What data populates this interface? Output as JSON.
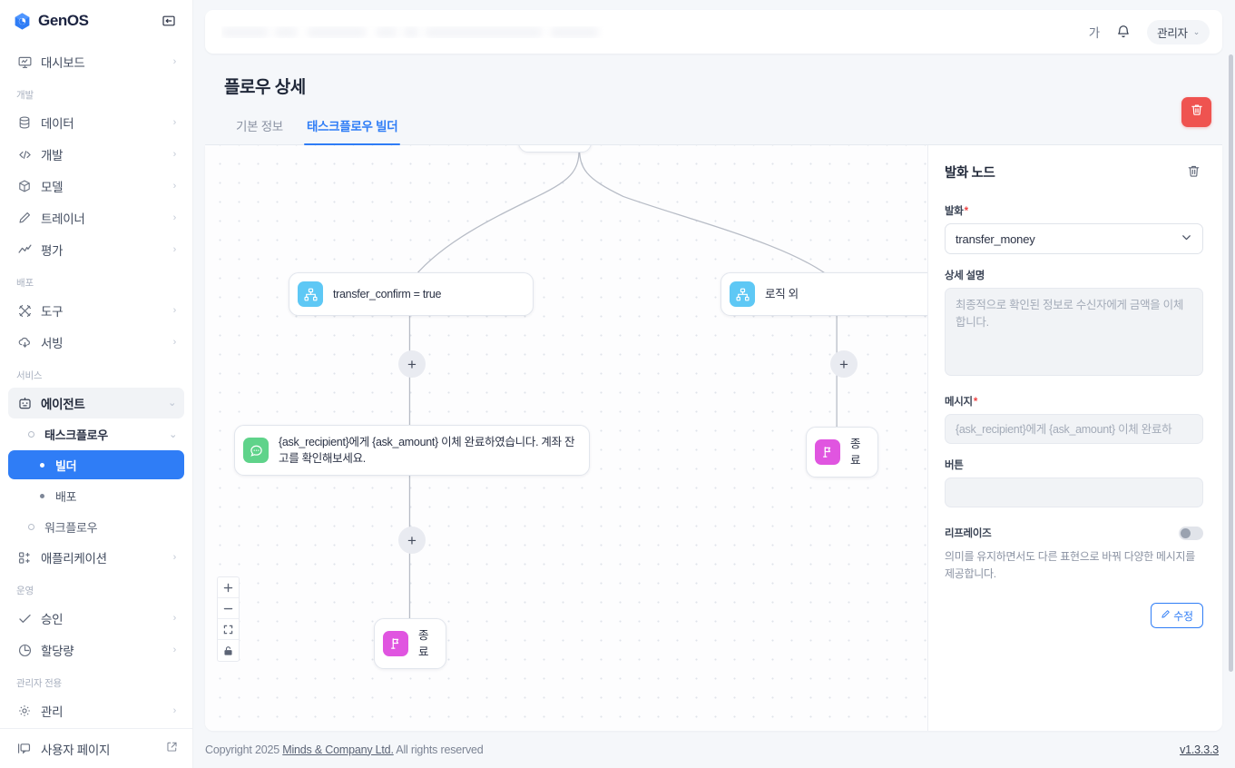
{
  "brand": {
    "name": "GenOS",
    "collapse_icon": "collapse-panel-icon"
  },
  "sidebar": {
    "items": [
      {
        "label": "대시보드",
        "icon": "dashboard-icon",
        "chevron": "›"
      }
    ],
    "groups": [
      {
        "label": "개발",
        "items": [
          {
            "label": "데이터",
            "icon": "database-icon",
            "chevron": "›"
          },
          {
            "label": "개발",
            "icon": "code-icon",
            "chevron": "›"
          },
          {
            "label": "모델",
            "icon": "cube-icon",
            "chevron": "›"
          },
          {
            "label": "트레이너",
            "icon": "pencil-icon",
            "chevron": "›"
          },
          {
            "label": "평가",
            "icon": "chart-line-icon",
            "chevron": "›"
          }
        ]
      },
      {
        "label": "배포",
        "items": [
          {
            "label": "도구",
            "icon": "tools-icon",
            "chevron": "›"
          },
          {
            "label": "서빙",
            "icon": "cloud-icon",
            "chevron": "›"
          }
        ]
      },
      {
        "label": "서비스",
        "items": [
          {
            "label": "에이전트",
            "icon": "robot-icon",
            "chevron": "⌄",
            "active": true
          },
          {
            "label": "태스크플로우",
            "icon": "circle-outline-icon",
            "chevron": "⌄",
            "sub": true
          },
          {
            "label": "빌더",
            "icon": "dot-icon",
            "sub2": true,
            "selected": true
          },
          {
            "label": "배포",
            "icon": "dot-icon",
            "sub2": true
          },
          {
            "label": "워크플로우",
            "icon": "circle-outline-icon",
            "sub": true
          },
          {
            "label": "애플리케이션",
            "icon": "apps-icon",
            "chevron": "›"
          }
        ]
      },
      {
        "label": "운영",
        "items": [
          {
            "label": "승인",
            "icon": "check-icon",
            "chevron": "›"
          },
          {
            "label": "할당량",
            "icon": "clock-pie-icon",
            "chevron": "›"
          }
        ]
      },
      {
        "label": "관리자 전용",
        "items": [
          {
            "label": "관리",
            "icon": "gear-icon",
            "chevron": "›"
          }
        ]
      }
    ],
    "bottom": {
      "label": "사용자 페이지",
      "icon": "user-page-icon",
      "external_icon": "external-link-icon"
    }
  },
  "topbar": {
    "font-size-btn": "가",
    "bell_icon": "bell-icon",
    "user": {
      "name": "관리자",
      "chevron": "⌄"
    }
  },
  "page": {
    "title": "플로우 상세",
    "tabs": [
      {
        "label": "기본 정보",
        "active": false
      },
      {
        "label": "태스크플로우 빌더",
        "active": true
      }
    ],
    "delete_icon": "trash-icon"
  },
  "canvas": {
    "nodes": [
      {
        "id": "logic-left",
        "label": "transfer_confirm = true",
        "icon": "logic-branch-icon",
        "kind": "logic"
      },
      {
        "id": "logic-right",
        "label": "로직 외",
        "icon": "logic-branch-icon",
        "kind": "logic"
      },
      {
        "id": "msg-left",
        "label": "{ask_recipient}에게 {ask_amount} 이체 완료하였습니다. 계좌 잔고를 확인해보세요.",
        "icon": "message-icon",
        "kind": "msg"
      },
      {
        "id": "end-right",
        "label": "종료",
        "icon": "flag-icon",
        "kind": "end"
      },
      {
        "id": "end-bottom",
        "label": "종료",
        "icon": "flag-icon",
        "kind": "end"
      }
    ],
    "add_button_label": "+",
    "controls": [
      {
        "label": "+",
        "name": "zoom-in"
      },
      {
        "label": "—",
        "name": "zoom-out"
      },
      {
        "label": "⛶",
        "name": "fit-view"
      },
      {
        "label": "🔒",
        "name": "lock-canvas"
      }
    ]
  },
  "panel": {
    "title": "발화 노드",
    "delete_icon": "trash-icon",
    "utterance": {
      "label": "발화",
      "required": "*",
      "value": "transfer_money",
      "chevron": "⌄"
    },
    "description": {
      "label": "상세 설명",
      "placeholder": "최종적으로 확인된 정보로 수신자에게 금액을 이체합니다.",
      "value": ""
    },
    "message": {
      "label": "메시지",
      "required": "*",
      "placeholder": "{ask_recipient}에게 {ask_amount} 이체 완료하",
      "value": ""
    },
    "button": {
      "label": "버튼",
      "placeholder": "",
      "value": ""
    },
    "rephrase": {
      "label": "리프레이즈",
      "enabled": false,
      "helper": "의미를 유지하면서도 다른 표현으로 바꿔 다양한 메시지를 제공합니다."
    },
    "edit_button": {
      "label": "수정",
      "icon": "pencil-icon"
    }
  },
  "footer": {
    "copyright_prefix": "Copyright 2025 ",
    "company": "Minds & Company Ltd.",
    "copyright_suffix": " All rights reserved",
    "version": "v1.3.3.3"
  },
  "colors": {
    "accent": "#2f7df6",
    "danger": "#ef5350",
    "logic_node": "#5ec8f5",
    "message_node": "#5fd38a",
    "end_node": "#e055e0"
  }
}
